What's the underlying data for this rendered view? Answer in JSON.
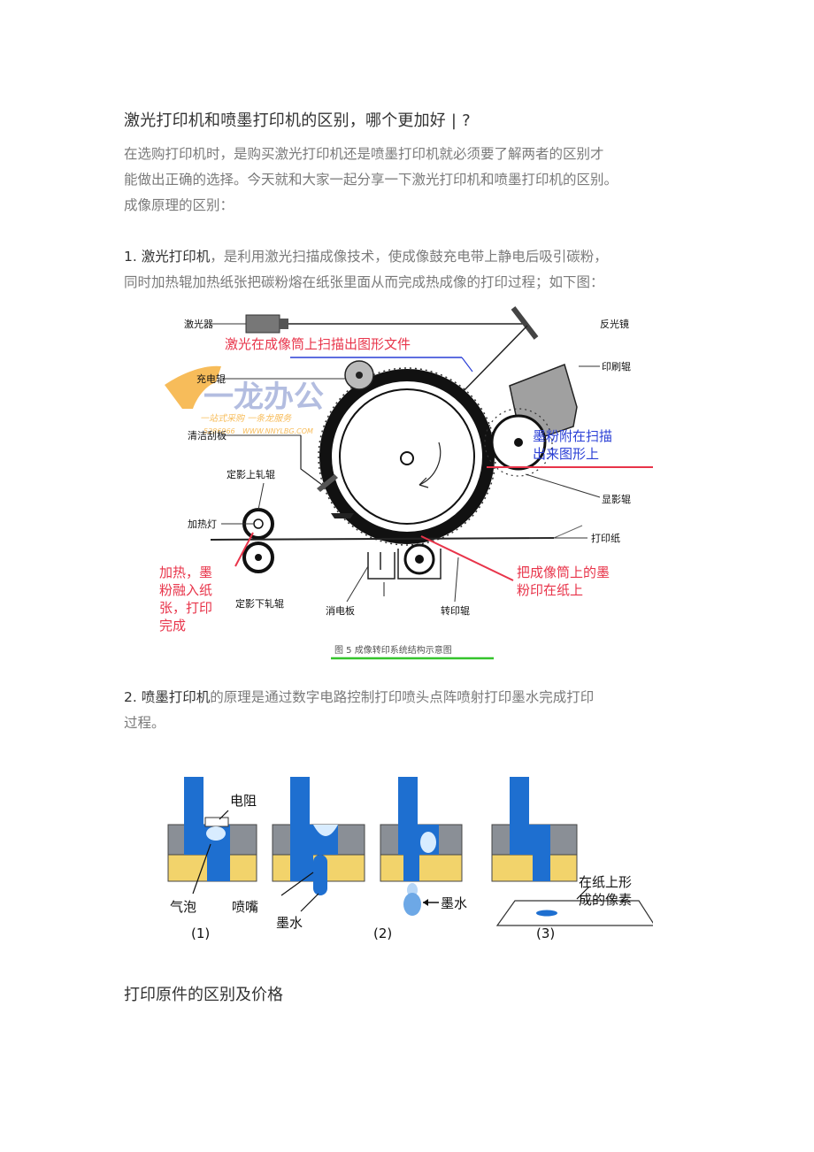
{
  "article": {
    "title": "激光打印机和喷墨打印机的区别，哪个更加好",
    "title_suffix": "| ?",
    "intro_line1": "在选购打印机时，是购买激光打印机还是喷墨打印机就必须要了解两者的区别才",
    "intro_line2": "能做出正确的选择。今天就和大家一起分享一下激光打印机和喷墨打印机的区别。",
    "intro_line3": "成像原理的区别：",
    "laser_num": "1.",
    "laser_term": "激光打印机",
    "laser_line1_rest": "，是利用激光扫描成像技术，使成像鼓充电带上静电后吸引碳粉，",
    "laser_line2": "同时加热辊加热纸张把碳粉熔在纸张里面从而完成热成像的打印过程；如下图：",
    "inkjet_num": "2.",
    "inkjet_term": "喷墨打印机",
    "inkjet_line1_rest": "的原理是通过数字电路控制打印喷头点阵喷射打印墨水完成打印",
    "inkjet_line2": "过程。",
    "subheading": "打印原件的区别及价格"
  },
  "figure1": {
    "labels": {
      "laser": "激光器",
      "mirror": "反光镜",
      "print_roller": "印刷辊",
      "charge_roller": "充电辊",
      "cleaning_blade": "清洁刮板",
      "fuser_upper": "定影上轧辊",
      "heat_lamp": "加热灯",
      "fuser_lower": "定影下轧辊",
      "eraser_plate": "消电板",
      "transfer_roller": "转印辊",
      "developer_roller": "显影辊",
      "paper": "打印纸"
    },
    "annotations": {
      "scan": "激光在成像筒上扫描出图形文件",
      "toner_line1": "墨粉附在扫描",
      "toner_line2": "出来图形上",
      "transfer_line1": "把成像筒上的墨",
      "transfer_line2": "粉印在纸上",
      "heat_line1": "加热，墨",
      "heat_line2": "粉融入纸",
      "heat_line3": "张，打印",
      "heat_line4": "完成"
    },
    "caption": "图 5  成像转印系统结构示意图",
    "watermark": {
      "brand": "一龙办公",
      "slogan": "一站式采购 一条龙服务",
      "site": "WWW.NNYLBG.COM",
      "phone": "5286966"
    },
    "colors": {
      "red": "#e8344a",
      "blue": "#2a3fd6",
      "green": "#35c42c",
      "orange": "#f5a623"
    }
  },
  "figure2": {
    "labels": {
      "resistor": "电阻",
      "bubble": "气泡",
      "nozzle": "喷嘴",
      "ink_a": "墨水",
      "ink_b": "墨水",
      "pixel_line1": "在纸上形",
      "pixel_line2": "成的像素",
      "step1": "(1)",
      "step2": "(2)",
      "step3": "(3)"
    },
    "colors": {
      "ink": "#1e6fd0",
      "yellow": "#f2d36b",
      "gray": "#8a8f96"
    }
  }
}
